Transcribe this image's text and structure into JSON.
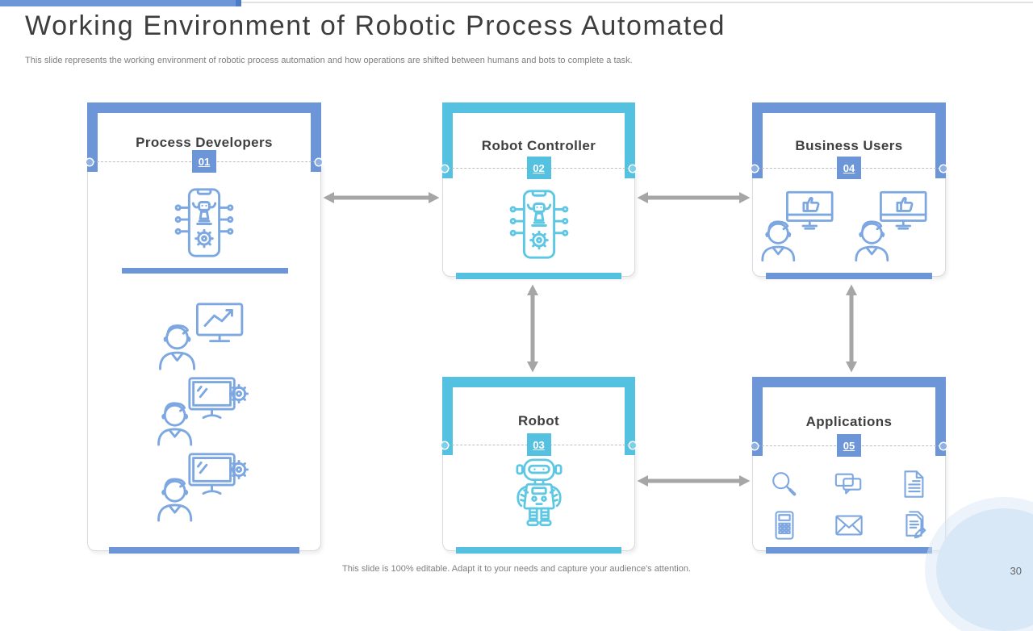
{
  "slide": {
    "title": "Working Environment of Robotic Process Automated",
    "subtitle": "This slide represents the working environment of robotic process automation and how operations are shifted between humans and bots to complete a task.",
    "footer": "This slide is 100% editable. Adapt it to your needs and capture your audience's attention.",
    "page_number": "30"
  },
  "colors": {
    "accent_blue": "#6D96D8",
    "accent_cyan": "#54C1E0",
    "icon_blue": "#7DA7E0",
    "icon_cyan": "#5EC7E4",
    "arrow_gray": "#A6A6A6",
    "heading_text": "#3F3F3F",
    "muted_text": "#7F7F7F",
    "box_border": "#DADADA"
  },
  "units": [
    {
      "id": "process-developers",
      "number": "01",
      "label": "Process Developers",
      "accent": "blue",
      "icons": [
        "rpa-phone-bot-icon",
        "analyst-monitor-icon",
        "developer-monitor-gear-icon",
        "developer-monitor-gear-icon"
      ]
    },
    {
      "id": "robot-controller",
      "number": "02",
      "label": "Robot Controller",
      "accent": "cyan",
      "icons": [
        "rpa-phone-bot-icon"
      ]
    },
    {
      "id": "robot",
      "number": "03",
      "label": "Robot",
      "accent": "cyan",
      "icons": [
        "robot-icon"
      ]
    },
    {
      "id": "business-users",
      "number": "04",
      "label": "Business Users",
      "accent": "blue",
      "icons": [
        "user-monitor-thumbsup-icon",
        "user-monitor-thumbsup-icon"
      ]
    },
    {
      "id": "applications",
      "number": "05",
      "label": "Applications",
      "accent": "blue",
      "icons": [
        "search-icon",
        "chat-icon",
        "document-icon",
        "calculator-icon",
        "mail-icon",
        "document-edit-icon"
      ]
    }
  ],
  "connections": [
    {
      "from": "Process Developers",
      "to": "Robot Controller",
      "style": "double-arrow"
    },
    {
      "from": "Robot Controller",
      "to": "Business Users",
      "style": "double-arrow"
    },
    {
      "from": "Robot Controller",
      "to": "Robot",
      "style": "double-arrow"
    },
    {
      "from": "Business Users",
      "to": "Applications",
      "style": "double-arrow"
    },
    {
      "from": "Robot",
      "to": "Applications",
      "style": "double-arrow"
    }
  ]
}
